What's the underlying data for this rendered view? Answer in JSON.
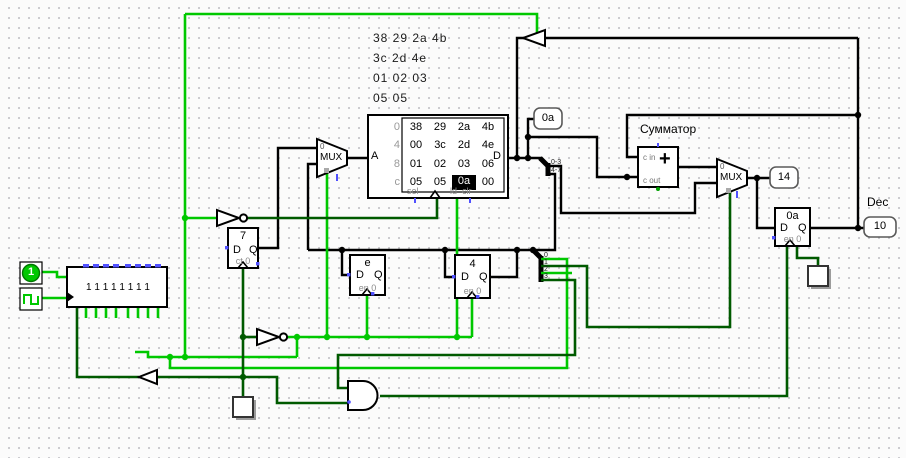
{
  "colors": {
    "wire_on": "#00c800",
    "wire_off": "#005a00",
    "bus": "#000000",
    "pin": "#5050ff"
  },
  "memory_preview": {
    "lines": [
      "38 29 2a 4b",
      "3c 2d 4e",
      "01 02 03",
      "05 05"
    ]
  },
  "ram": {
    "a_label": "A",
    "d_label": "D",
    "addresses": [
      "0",
      "4",
      "8",
      "c"
    ],
    "rows": [
      [
        "38",
        "29",
        "2a",
        "4b"
      ],
      [
        "00",
        "3c",
        "2d",
        "4e"
      ],
      [
        "01",
        "02",
        "03",
        "06"
      ],
      [
        "05",
        "05",
        "0a",
        "00"
      ]
    ],
    "highlighted_cell": "0a",
    "sel_label": "sel",
    "ld_label": "ld",
    "clr_label": "clr"
  },
  "mux_left": {
    "label": "MUX",
    "input0": "0"
  },
  "mux_right": {
    "label": "MUX",
    "input0": "0"
  },
  "adder": {
    "title": "Сумматор",
    "plus": "+",
    "carry_in": "c in",
    "carry_out": "c out"
  },
  "probes": {
    "ram_data": "0a",
    "sum": "14",
    "result": "10",
    "result_caption": "Dec"
  },
  "registers": {
    "counter": {
      "value": "7",
      "d": "D",
      "q": "Q",
      "bottom": "ct 0"
    },
    "reg_e": {
      "value": "e",
      "d": "D",
      "q": "Q",
      "bottom": "en 0"
    },
    "reg_4": {
      "value": "4",
      "d": "D",
      "q": "Q",
      "bottom": "en 0"
    },
    "accumulator": {
      "value": "0a",
      "d": "D",
      "q": "Q",
      "bottom": "en 0"
    }
  },
  "splitter_ram": {
    "range_high": "0-3",
    "range_low": "4-7"
  },
  "splitter_bits": {
    "labels": [
      "0",
      "1",
      "2",
      "3"
    ]
  },
  "shift_register": {
    "bits_text": "1 1 1 1 1 1 1 1"
  },
  "input_pin": {
    "value": "1"
  }
}
